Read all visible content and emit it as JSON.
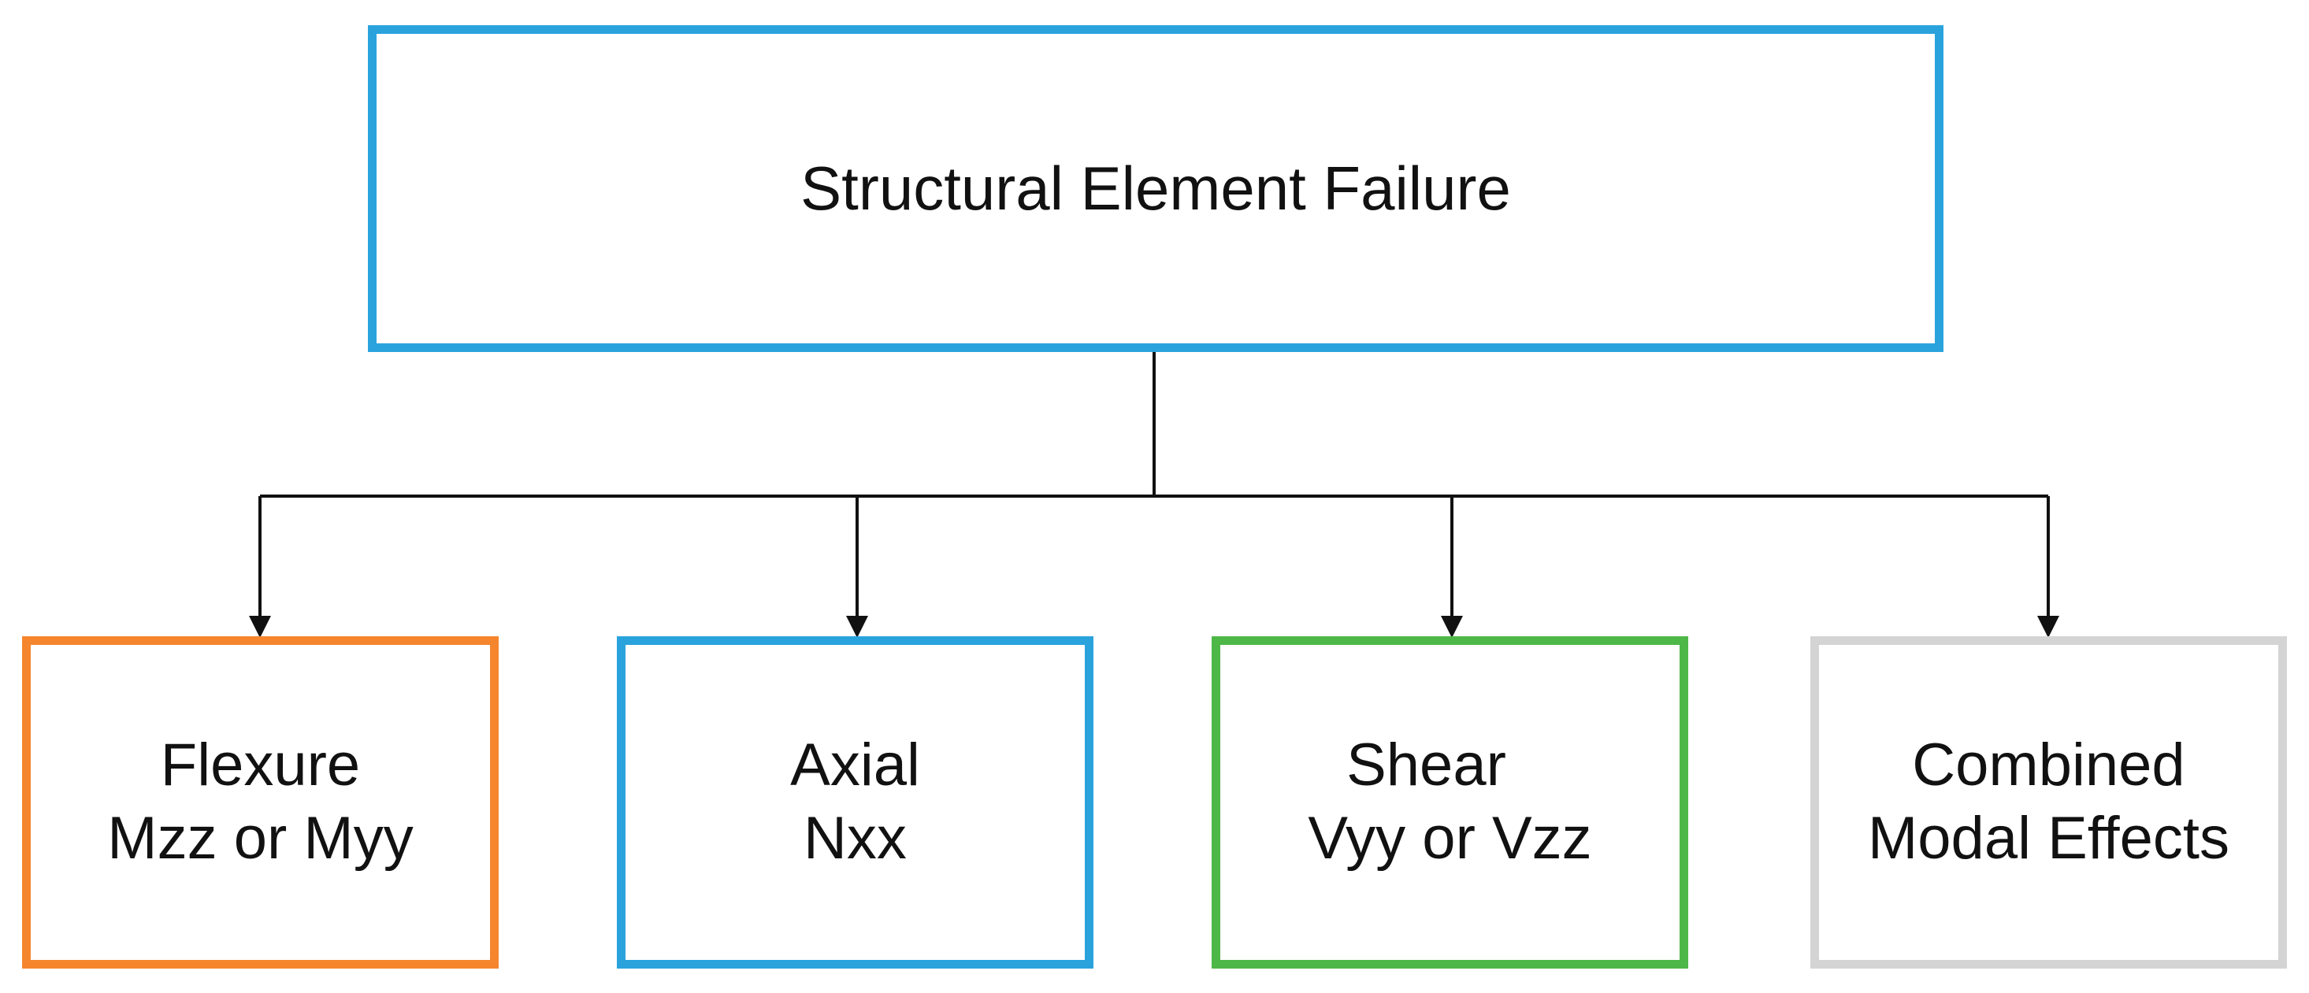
{
  "colors": {
    "blue": "#2aa3dd",
    "orange": "#f5862e",
    "green": "#4db848",
    "gray": "#d4d4d4",
    "connector": "#111111"
  },
  "root": {
    "label": "Structural Element Failure",
    "border_color": "#2aa3dd"
  },
  "children": [
    {
      "line1": "Flexure",
      "line2": "Mzz or Myy",
      "border_color": "#f5862e"
    },
    {
      "line1": "Axial",
      "line2": "Nxx",
      "border_color": "#2aa3dd"
    },
    {
      "line1": "Shear",
      "line2": "Vyy or Vzz",
      "border_color": "#4db848"
    },
    {
      "line1": "Combined",
      "line2": "Modal Effects",
      "border_color": "#d4d4d4"
    }
  ]
}
